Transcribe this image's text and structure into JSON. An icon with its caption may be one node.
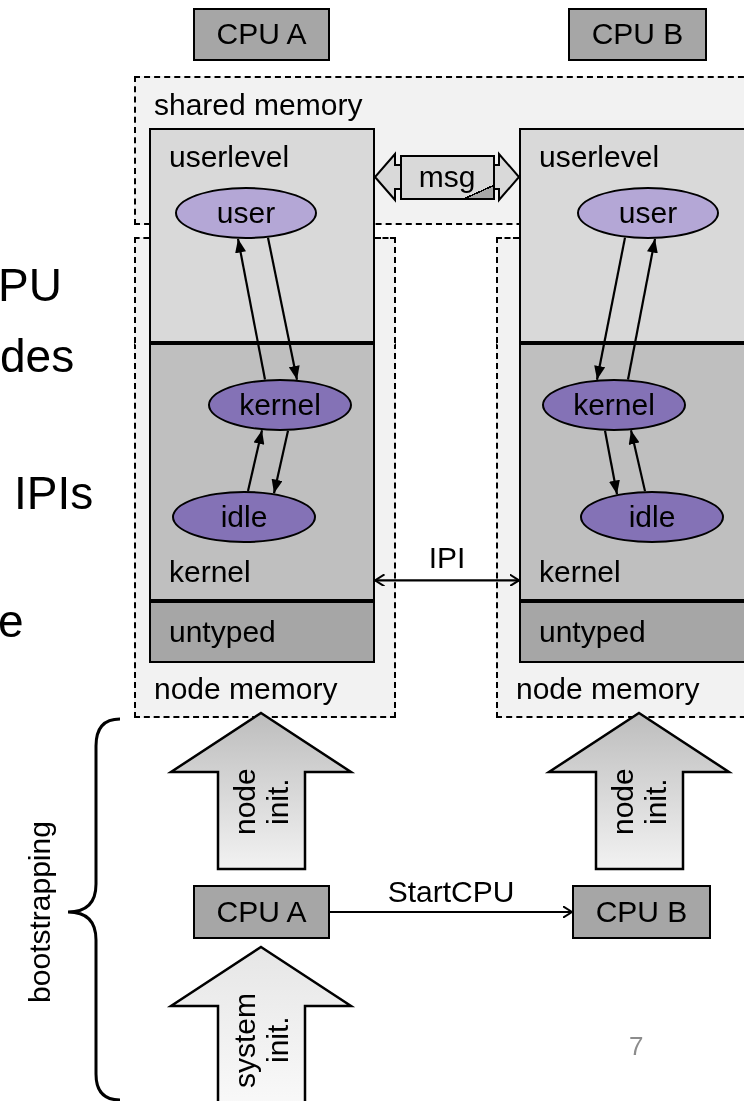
{
  "diagram": {
    "nodes": [
      {
        "text": [
          "CPU A"
        ]
      },
      {
        "text": [
          "CPU B"
        ]
      },
      {
        "text": [
          "shared memory"
        ]
      },
      {
        "text": [
          "userlevel"
        ]
      },
      {
        "text": [
          "user"
        ],
        "in": 3
      },
      {
        "text": [
          "userlevel"
        ]
      },
      {
        "text": [
          "user"
        ],
        "in": 5
      },
      {
        "text": [
          "node memory"
        ]
      },
      {
        "text": [
          "kernel"
        ],
        "in": 7
      },
      {
        "text": [
          "kernel"
        ],
        "in": 8
      },
      {
        "text": [
          "idle"
        ],
        "in": 8
      },
      {
        "text": [
          "untyped"
        ],
        "in": 7
      },
      {
        "text": [
          "node memory"
        ]
      },
      {
        "text": [
          "kernel"
        ],
        "in": 12
      },
      {
        "text": [
          "kernel"
        ],
        "in": 13
      },
      {
        "text": [
          "idle"
        ],
        "in": 13
      },
      {
        "text": [
          "untyped"
        ],
        "in": 12
      },
      {
        "text": [
          "node init."
        ]
      },
      {
        "text": [
          "node init."
        ]
      },
      {
        "text": [
          "CPU A"
        ]
      },
      {
        "text": [
          "CPU B"
        ]
      },
      {
        "text": [
          "system init."
        ]
      }
    ],
    "edges": [
      {
        "from": 4,
        "to": 9,
        "arrow": "to"
      },
      {
        "from": 9,
        "to": 4,
        "arrow": "to"
      },
      {
        "from": 9,
        "to": 10,
        "arrow": "to"
      },
      {
        "from": 10,
        "to": 9,
        "arrow": "to"
      },
      {
        "from": 6,
        "to": 14,
        "arrow": "to"
      },
      {
        "from": 14,
        "to": 6,
        "arrow": "to"
      },
      {
        "from": 14,
        "to": 15,
        "arrow": "to"
      },
      {
        "from": 15,
        "to": 14,
        "arrow": "to"
      },
      {
        "from": 3,
        "to": 5,
        "arrow": "both",
        "label": "msg",
        "style": "thick"
      },
      {
        "from": 8,
        "to": 13,
        "arrow": "both",
        "label": "IPI"
      },
      {
        "from": 19,
        "to": 20,
        "arrow": "to",
        "label": "StartCPU"
      }
    ],
    "labels": [
      "PU",
      "des",
      "IPIs",
      "e",
      "bootstrapping",
      "7"
    ]
  }
}
